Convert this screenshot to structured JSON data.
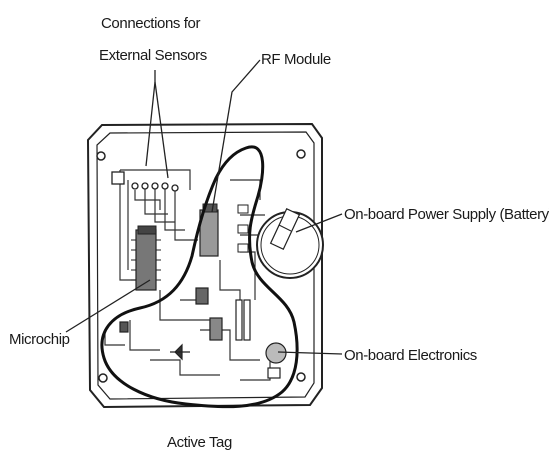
{
  "diagram": {
    "labels": {
      "connections_line1": "Connections for",
      "connections_line2": "External Sensors",
      "rf_module": "RF Module",
      "power_supply": "On-board Power Supply (Battery)",
      "microchip": "Microchip",
      "electronics": "On-board Electronics",
      "caption": "Active Tag"
    }
  }
}
